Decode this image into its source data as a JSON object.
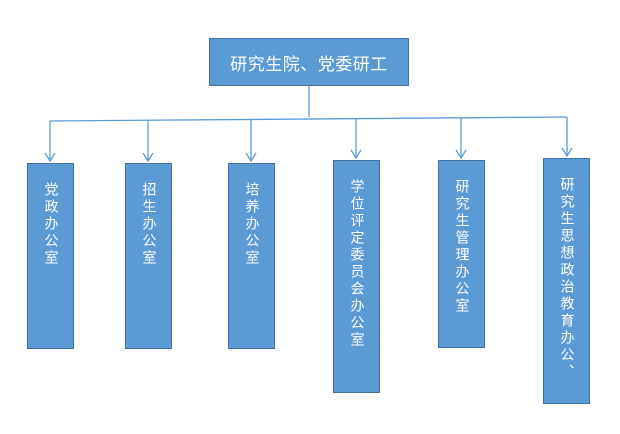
{
  "diagram": {
    "root": {
      "label": "研究生院、党委研工"
    },
    "children": [
      {
        "label": "党政办公室"
      },
      {
        "label": "招生办公室"
      },
      {
        "label": "培养办公室"
      },
      {
        "label": "学位评定委员会办公室"
      },
      {
        "label": "研究生管理办公室"
      },
      {
        "label": "研究生思想政治教育办公、"
      }
    ],
    "colors": {
      "box_fill": "#5b9bd5",
      "box_border": "#41719c",
      "connector": "#5b9bd5",
      "text": "#ffffff"
    }
  }
}
